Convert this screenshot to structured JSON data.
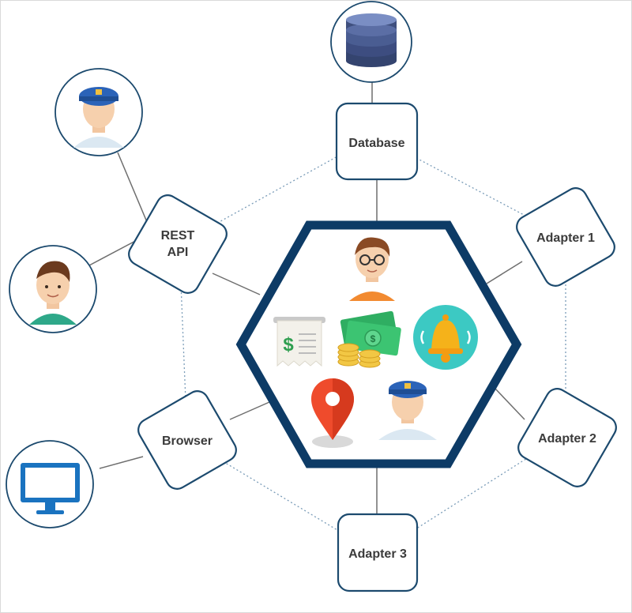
{
  "diagram": {
    "ports": {
      "database": "Database",
      "adapter1": "Adapter 1",
      "adapter2": "Adapter 2",
      "adapter3": "Adapter 3",
      "browser": "Browser",
      "rest_line1": "REST",
      "rest_line2": "API"
    },
    "icons": {
      "database": "database-icon",
      "guard_top": "guard-avatar-icon",
      "customer": "customer-avatar-icon",
      "monitor": "monitor-icon",
      "user_core": "user-avatar-icon",
      "receipt": "receipt-icon",
      "money": "money-coins-icon",
      "bell": "notification-bell-icon",
      "location": "location-pin-icon",
      "guard_core": "guard-avatar-icon"
    },
    "colors": {
      "hexagon_stroke": "#0d3b66",
      "port_stroke": "#1c4a6e",
      "connector": "#6e6e6e",
      "dotted": "#7a9cb8"
    }
  }
}
